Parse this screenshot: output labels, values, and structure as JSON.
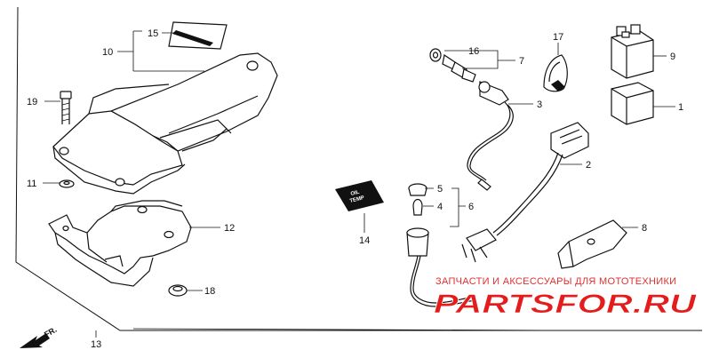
{
  "callouts": {
    "n1": "1",
    "n2": "2",
    "n3": "3",
    "n4": "4",
    "n5": "5",
    "n6": "6",
    "n7": "7",
    "n8": "8",
    "n9": "9",
    "n10": "10",
    "n11": "11",
    "n12": "12",
    "n13": "13",
    "n14": "14",
    "n15": "15",
    "n16": "16",
    "n17": "17",
    "n18": "18",
    "n19": "19"
  },
  "direction_label": "FR.",
  "labels": {
    "decal_14_line1": "OIL",
    "decal_14_line2": "TEMP"
  },
  "watermark": {
    "subtitle": "ЗАПЧАСТИ И АКСЕССУАРЫ ДЛЯ МОТОТЕХНИКИ",
    "brand": "PARTSFOR.RU",
    "subtitle_color": "#e03030",
    "brand_color": "#e41c1c"
  }
}
